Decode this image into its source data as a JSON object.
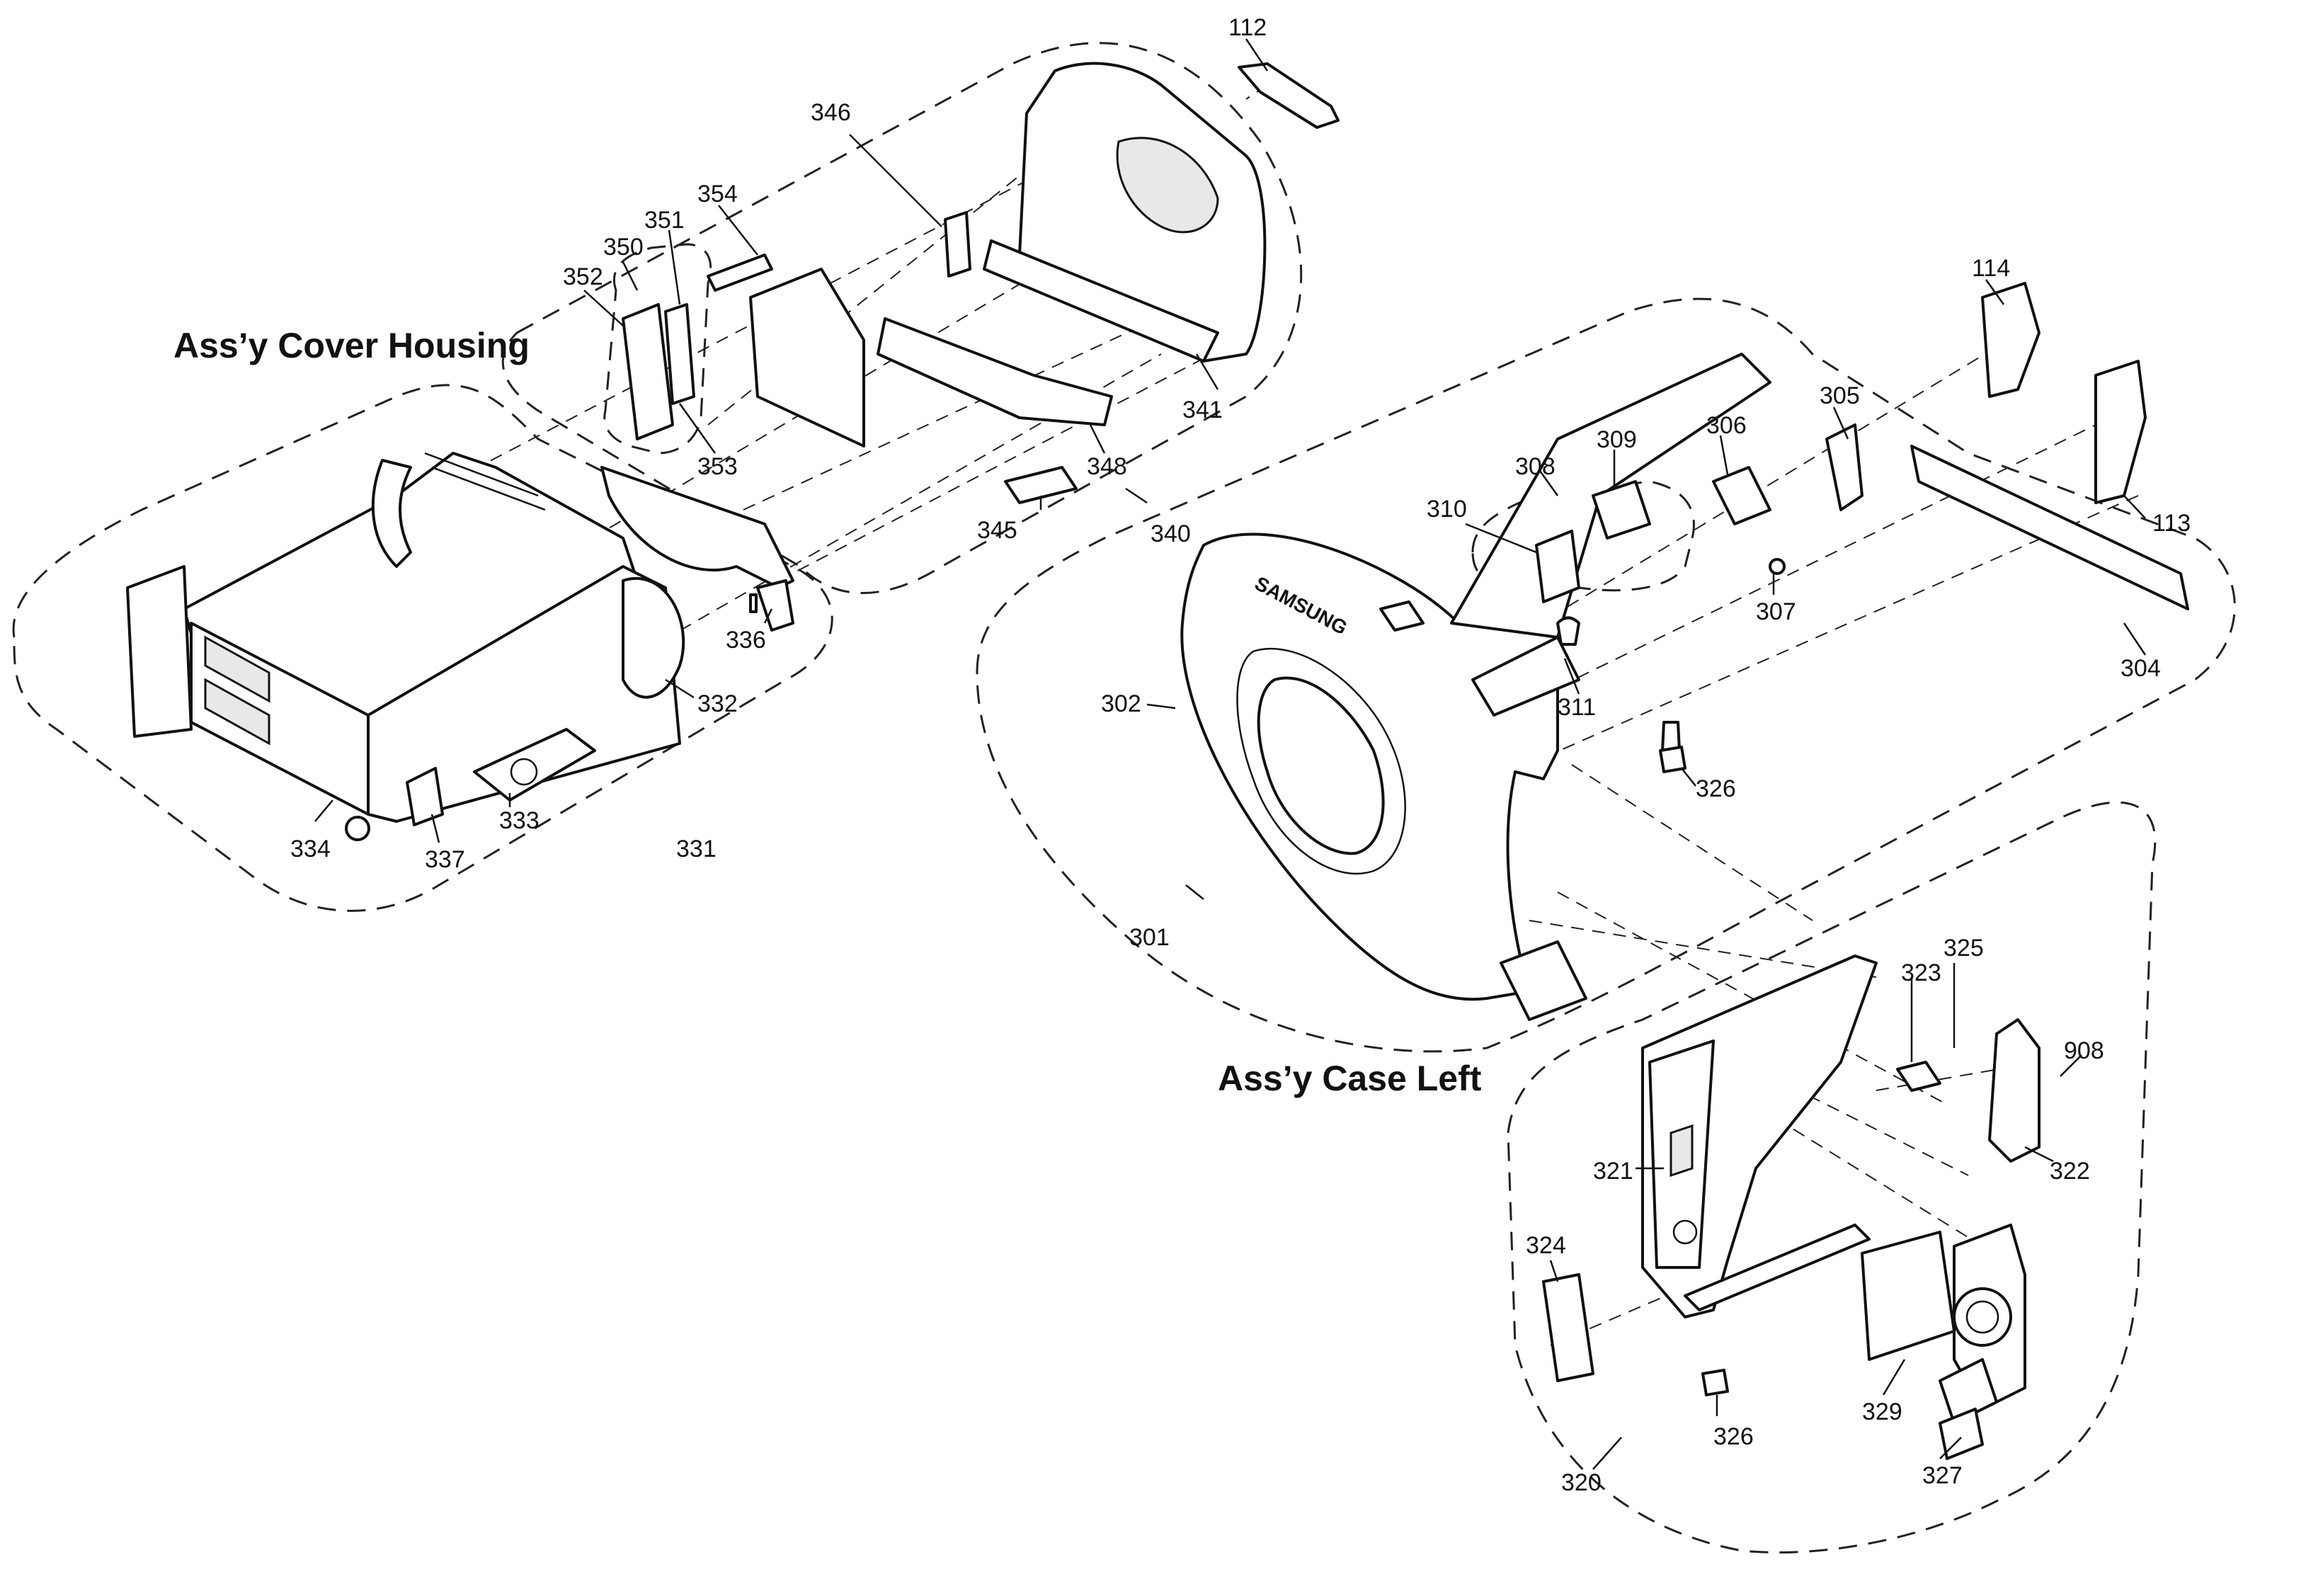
{
  "titles": {
    "cover_housing": "Ass’y Cover Housing",
    "case_left": "Ass’y Case Left"
  },
  "brand": "SAMSUNG",
  "callouts": {
    "c112": "112",
    "c346": "346",
    "c354": "354",
    "c351": "351",
    "c350": "350",
    "c352": "352",
    "c353": "353",
    "c341": "341",
    "c348": "348",
    "c345": "345",
    "c340": "340",
    "c336": "336",
    "c332": "332",
    "c334": "334",
    "c337": "337",
    "c333": "333",
    "c331": "331",
    "c114": "114",
    "c305": "305",
    "c306": "306",
    "c309": "309",
    "c308": "308",
    "c310": "310",
    "c113": "113",
    "c307": "307",
    "c304": "304",
    "c311": "311",
    "c302": "302",
    "c326a": "326",
    "c301": "301",
    "c323": "323",
    "c325": "325",
    "c908": "908",
    "c322": "322",
    "c321": "321",
    "c324": "324",
    "c329": "329",
    "c326b": "326",
    "c327": "327",
    "c320": "320"
  }
}
